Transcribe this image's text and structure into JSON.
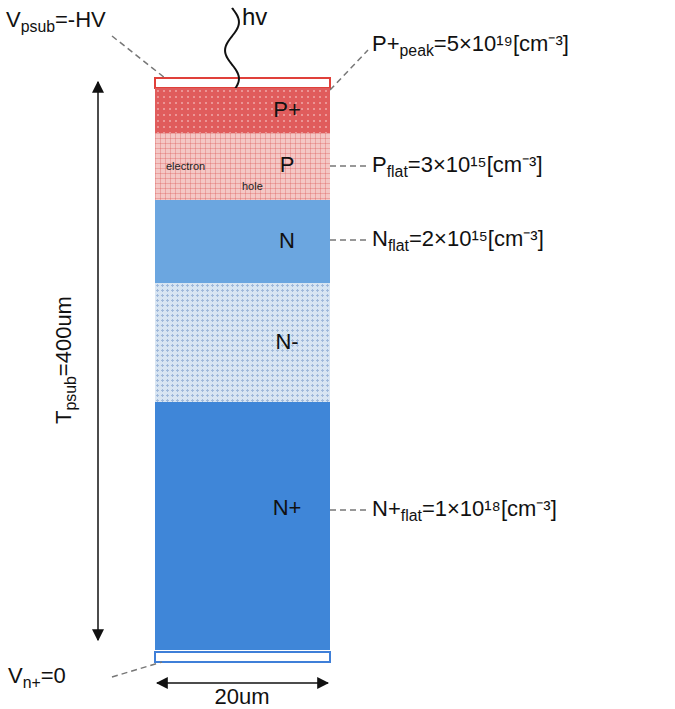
{
  "diagram": {
    "nodes": [
      {
        "text": [
          "P+"
        ]
      },
      {
        "text": [
          "P"
        ]
      },
      {
        "text": [
          "N"
        ]
      },
      {
        "text": [
          "N-"
        ]
      },
      {
        "text": [
          "N+"
        ]
      }
    ],
    "labels": [
      "Vpsub=-HV",
      "hv",
      "P+peak=5×10¹⁹[cm⁻³]",
      "electron",
      "hole",
      "Pflat=3×10¹⁵[cm⁻³]",
      "Nflat=2×10¹⁵[cm⁻³]",
      "Tpsub=400um",
      "N+flat=1×10¹⁸[cm⁻³]",
      "Vn+=0",
      "20um"
    ]
  }
}
